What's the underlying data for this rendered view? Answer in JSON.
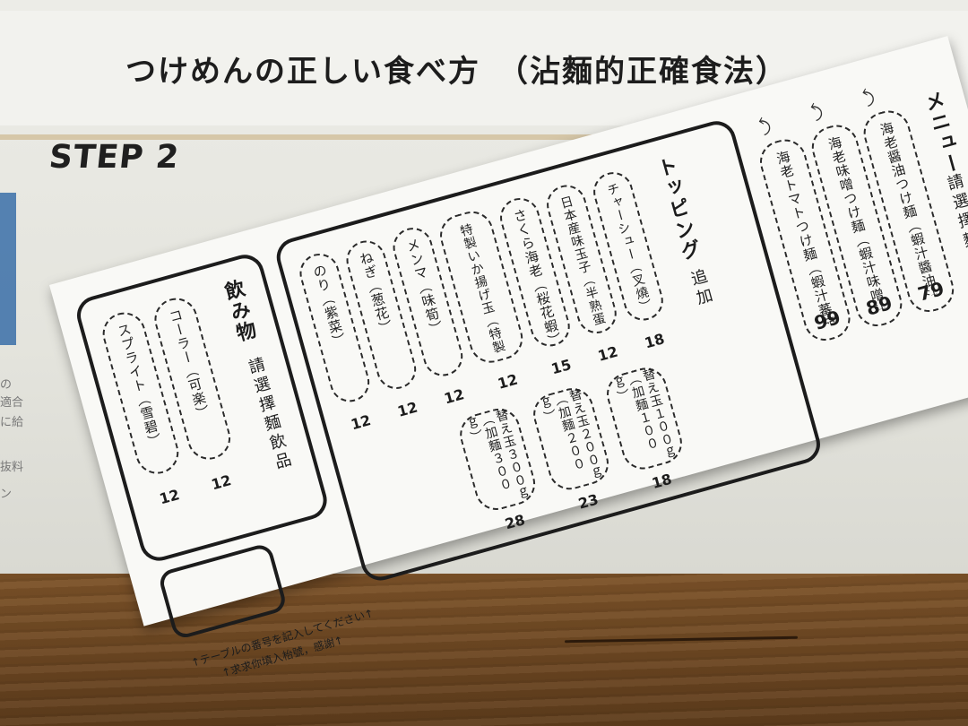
{
  "background_sheet": {
    "title": "つけめんの正しい食べ方　（沾麵的正確食法）",
    "step_label": "STEP 2",
    "side_fragments": [
      "の",
      "適合",
      "に給",
      "抜料",
      "ン"
    ]
  },
  "menu_section": {
    "heading": "メニュー",
    "subheading": "請選擇麵款",
    "items": [
      {
        "name": "海老醤油つけ麺（蝦汁醬油沾麵）",
        "price": "79"
      },
      {
        "name": "海老味噌つけ麺（蝦汁味噌沾麵）",
        "price": "89"
      },
      {
        "name": "海老トマトつけ麺（蝦汁蕃茄沾麵）",
        "price": "99"
      }
    ]
  },
  "toppings_section": {
    "heading": "トッピング",
    "subheading": "追加",
    "items": [
      {
        "name": "チャーシュー（叉燒）",
        "price": "18"
      },
      {
        "name": "日本産味玉子（半熟蛋）",
        "price": "12"
      },
      {
        "name": "さくら海老（桜花蝦）",
        "price": "15"
      },
      {
        "name": "特製いか揚げ玉（特製烏賊炸玉）",
        "price": "12"
      },
      {
        "name": "メンマ（味筍）",
        "price": "12"
      },
      {
        "name": "ねぎ（葱花）",
        "price": "12"
      },
      {
        "name": "のり（紫菜）",
        "price": "12"
      }
    ],
    "extra_noodles": [
      {
        "name": "替え玉１００ｇ（加麵１００ｇ）",
        "price": "18"
      },
      {
        "name": "替え玉２００ｇ（加麵２００ｇ）",
        "price": "23"
      },
      {
        "name": "替え玉３００ｇ（加麵３００ｇ）",
        "price": "28"
      }
    ]
  },
  "drinks_section": {
    "heading": "飲み物",
    "subheading": "請選擇麵飲品",
    "items": [
      {
        "name": "コーラー（可楽）",
        "price": "12"
      },
      {
        "name": "スプライト（雪碧）",
        "price": "12"
      }
    ]
  },
  "table_number": {
    "notice_ja": "↑テーブルの番号を記入してください↑",
    "notice_zh": "↑求求你填入枱號，感謝↑"
  }
}
